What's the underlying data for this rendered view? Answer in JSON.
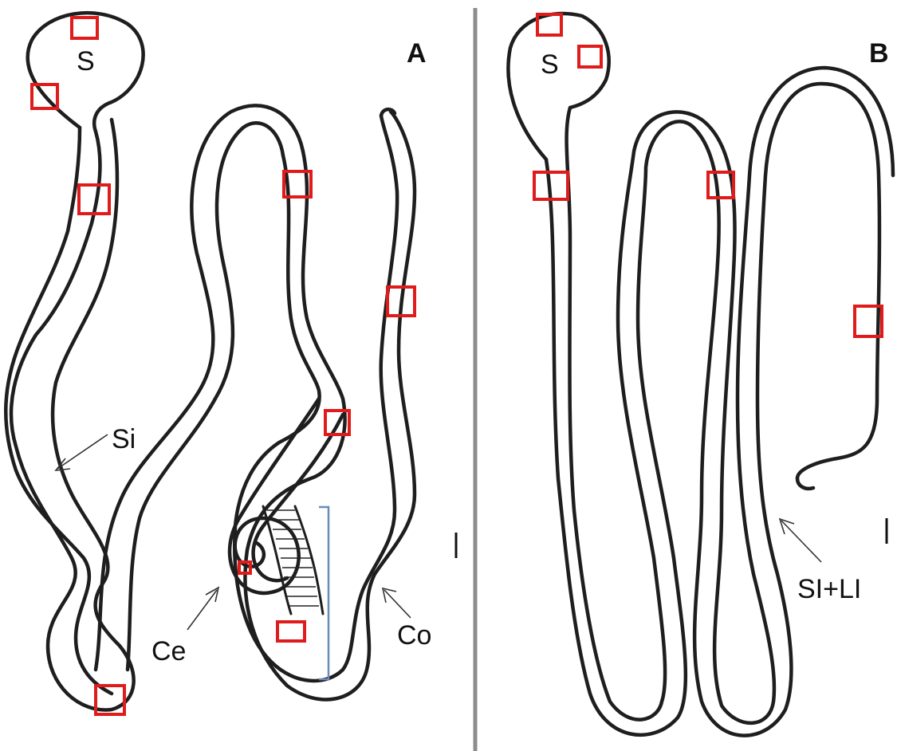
{
  "panels": [
    {
      "letter": "A",
      "labels": {
        "stomach": "S",
        "small_intestine": "Si",
        "cecum": "Ce",
        "colon": "Co"
      }
    },
    {
      "letter": "B",
      "labels": {
        "stomach": "S",
        "intestine": "SI+LI"
      }
    }
  ],
  "colors": {
    "outline": "#1e1e1e",
    "sample_box": "#e01b1b",
    "divider": "#8c8c8c",
    "bracket": "#6a8cb8"
  }
}
